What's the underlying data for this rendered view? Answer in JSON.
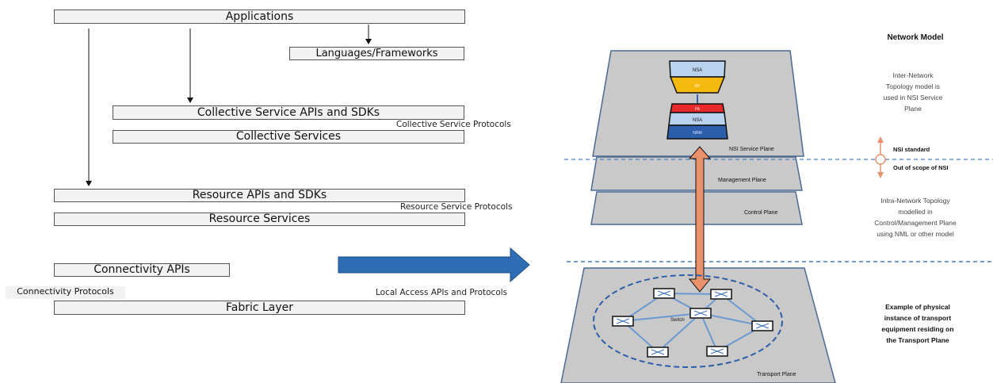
{
  "layers": {
    "applications": "Applications",
    "languages_frameworks": "Languages/Frameworks",
    "collective_apis": "Collective Service APIs and SDKs",
    "collective_protocols": "Collective Service Protocols",
    "collective_services": "Collective Services",
    "resource_apis": "Resource APIs and SDKs",
    "resource_protocols": "Resource Service Protocols",
    "resource_services": "Resource Services",
    "connectivity_apis": "Connectivity APIs",
    "connectivity_protocols": "Connectivity Protocols",
    "local_access": "Local Access APIs and Protocols",
    "fabric_layer": "Fabric Layer"
  },
  "network_model": {
    "title": "Network Model",
    "inter_network": [
      "Inter-Network",
      "Topology model is",
      "used in NSI Service",
      "Plane"
    ],
    "nsi_standard": "NSI standard",
    "out_of_scope": "Out of scope of NSI",
    "intra_network": [
      "Intra-Network Topology",
      "modelled in",
      "Control/Management Plane",
      "using NML or other model"
    ],
    "physical_example": [
      "Example of physical",
      "instance of transport",
      "equipment residing on",
      "the Transport Plane"
    ],
    "planes": {
      "nsi_service": "NSI Service Plane",
      "management": "Management Plane",
      "control": "Control Plane",
      "transport": "Transport Plane"
    },
    "stack_top": {
      "nsa": "NSA",
      "rp": "RP"
    },
    "stack_bottom": {
      "pa": "PA",
      "nsa": "NSA",
      "nrm": "NRM"
    },
    "switch_label": "Switch"
  },
  "colors": {
    "plane_fill": "#c9c9c9",
    "plane_stroke": "#4a6a94",
    "arrow_blue": "#2e6db3",
    "arrow_orange": "#e8916b",
    "dashed_line": "#4a7fc1",
    "stack_light_blue": "#b9d3ee",
    "stack_yellow": "#f5b90f",
    "stack_red": "#e82a2a",
    "stack_dark_blue": "#2c5eaa"
  }
}
